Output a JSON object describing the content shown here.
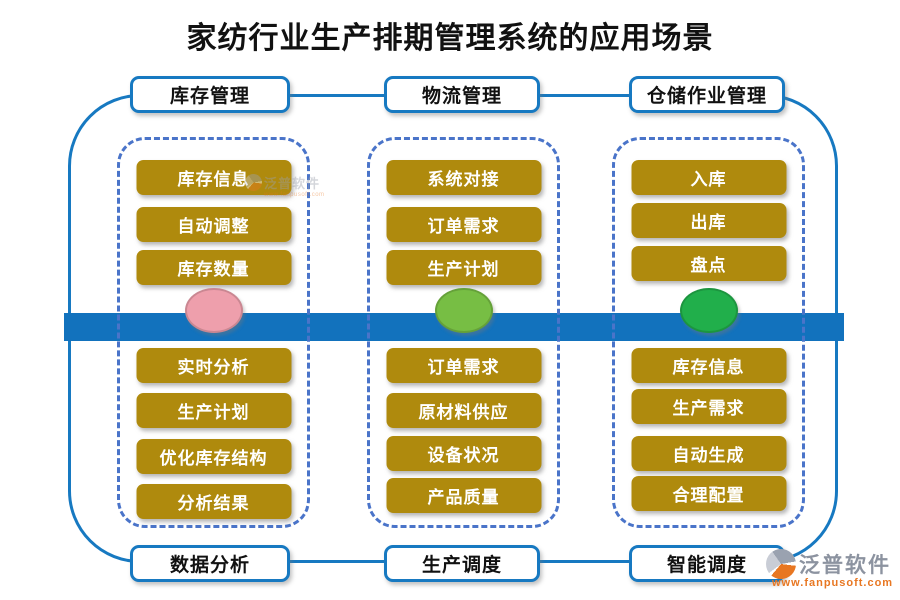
{
  "title": "家纺行业生产排期管理系统的应用场景",
  "colors": {
    "boundary_border": "#1779C1",
    "dashed_border": "#4A74C9",
    "bus_fill": "#1272BD",
    "node_fill": "#AF8A0D",
    "node_text": "#FFFFFF",
    "pill_background": "#FFFFFF",
    "title_text": "#111111",
    "logo_orange": "#E87722",
    "logo_gray": "#8C93A0"
  },
  "columns": [
    {
      "top_label": "库存管理",
      "bottom_label": "数据分析",
      "ellipse_color": "#EE9FAC",
      "top_items": [
        "库存信息",
        "自动调整",
        "库存数量"
      ],
      "bottom_items": [
        "实时分析",
        "生产计划",
        "优化库存结构",
        "分析结果"
      ]
    },
    {
      "top_label": "物流管理",
      "bottom_label": "生产调度",
      "ellipse_color": "#77BE44",
      "top_items": [
        "系统对接",
        "订单需求",
        "生产计划"
      ],
      "bottom_items": [
        "订单需求",
        "原材料供应",
        "设备状况",
        "产品质量"
      ]
    },
    {
      "top_label": "仓储作业管理",
      "bottom_label": "智能调度",
      "ellipse_color": "#21AF4B",
      "top_items": [
        "入库",
        "出库",
        "盘点"
      ],
      "bottom_items": [
        "库存信息",
        "生产需求",
        "自动生成",
        "合理配置"
      ]
    }
  ],
  "watermark": {
    "text": "泛普软件",
    "subtext": "www.fanpusoft.com"
  },
  "logo": {
    "name": "泛普软件",
    "url": "www.fanpusoft.com"
  }
}
